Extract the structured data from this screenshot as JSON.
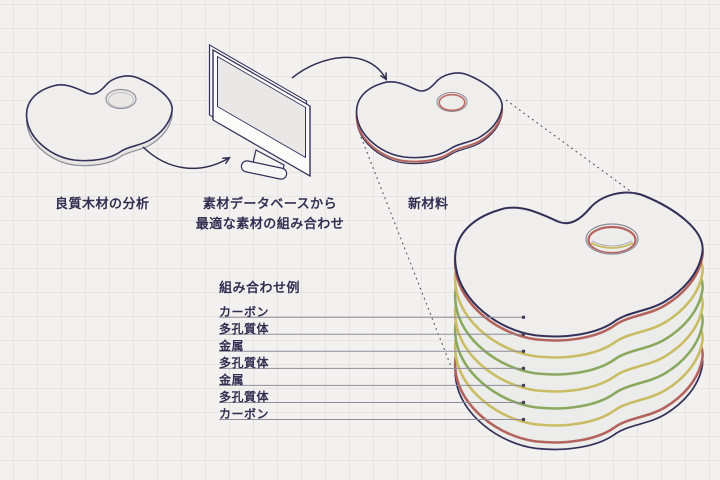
{
  "captions": {
    "step1": "良質木材の分析",
    "step2_line1": "素材データベースから",
    "step2_line2": "最適な素材の組み合わせ",
    "step3": "新材料"
  },
  "combination": {
    "header": "組み合わせ例",
    "layers": [
      {
        "label": "カーボン",
        "color": "#b4635c"
      },
      {
        "label": "多孔質体",
        "color": "#c9bc63"
      },
      {
        "label": "金属",
        "color": "#8aa95e"
      },
      {
        "label": "多孔質体",
        "color": "#c9bc63"
      },
      {
        "label": "金属",
        "color": "#8aa95e"
      },
      {
        "label": "多孔質体",
        "color": "#c9bc63"
      },
      {
        "label": "カーボン",
        "color": "#b4635c"
      }
    ]
  },
  "colors": {
    "outline": "#34305a",
    "text": "#322e52",
    "face": "#efeeec",
    "slab_fill": "#ececea",
    "carbon_red": "#b4635c",
    "porous_yellow": "#c9bc63",
    "metal_green": "#8aa95e",
    "leader_line": "#8e8c9a",
    "background": "#f2f1ef",
    "grid_line": "#e5e3e0"
  }
}
